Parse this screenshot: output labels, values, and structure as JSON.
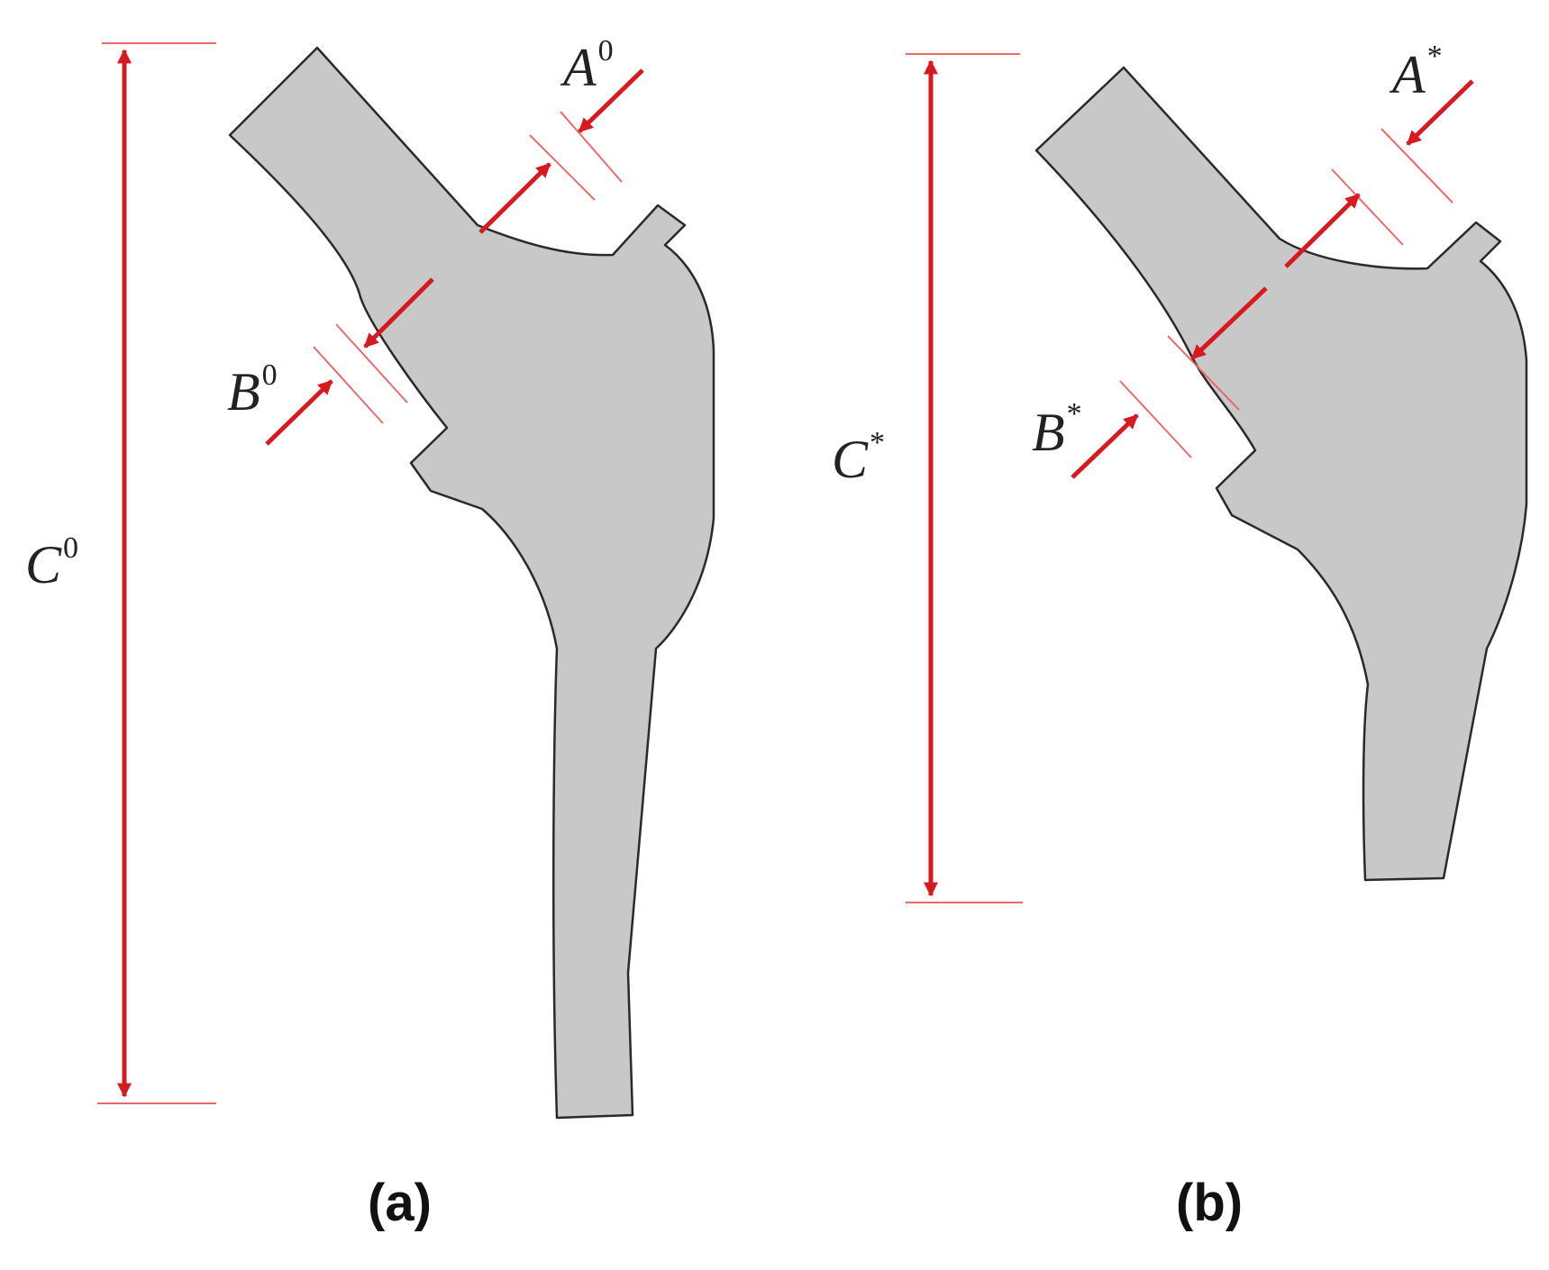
{
  "panel_a": {
    "caption": "(a)",
    "label_A": "A",
    "label_A_sup": "0",
    "label_B": "B",
    "label_B_sup": "0",
    "label_C": "C",
    "label_C_sup": "0"
  },
  "panel_b": {
    "caption": "(b)",
    "label_A": "A",
    "label_A_sup": "*",
    "label_B": "B",
    "label_B_sup": "*",
    "label_C": "C",
    "label_C_sup": "*"
  },
  "colors": {
    "implant_fill": "#c8c8c8",
    "implant_stroke": "#2a2a2a",
    "dimension_red": "#d71920",
    "ref_line_red": "#ea6a6a"
  }
}
